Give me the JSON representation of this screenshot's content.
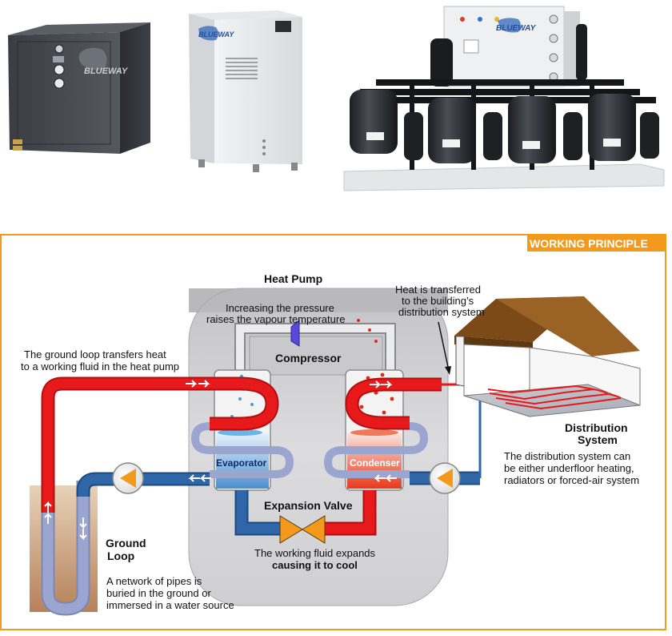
{
  "products": {
    "unit1_logo": "BLUEWAY",
    "unit2_logo": "BLUEWAY",
    "unit3_logo": "BLUEWAY"
  },
  "diagram": {
    "section_title": "WORKING PRINCIPLE",
    "heat_pump_title": "Heat Pump",
    "pressure_note_line1": "Increasing the pressure",
    "pressure_note_line2": "raises the vapour temperature",
    "compressor_label": "Compressor",
    "evaporator_label": "Evaporator",
    "condenser_label": "Condenser",
    "expansion_valve_label": "Expansion Valve",
    "expand_note_line1": "The working fluid expands",
    "expand_note_line2": "causing it to cool",
    "ground_transfer_line1": "The ground loop transfers heat",
    "ground_transfer_line2": "to a working fluid in the heat pump",
    "heat_transfer_line1": "Heat is transferred",
    "heat_transfer_line2": "to the building’s",
    "heat_transfer_line3": "distribution system",
    "ground_loop_title_line1": "Ground",
    "ground_loop_title_line2": "Loop",
    "ground_loop_note_line1": "A network of pipes is",
    "ground_loop_note_line2": "buried in the ground or",
    "ground_loop_note_line3": "immersed in a water source",
    "distribution_title_line1": "Distribution",
    "distribution_title_line2": "System",
    "distribution_note_line1": "The distribution system can",
    "distribution_note_line2": "be either underfloor heating,",
    "distribution_note_line3": "radiators or forced-air system"
  },
  "colors": {
    "accent_orange": "#f39a1d",
    "hot_red": "#e8191a",
    "cold_blue": "#2f66a8",
    "hp_body_gray": "#c9c9cb"
  }
}
